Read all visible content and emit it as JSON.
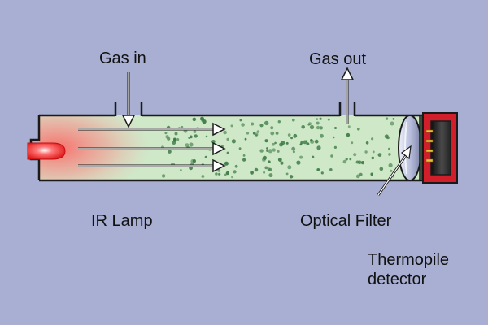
{
  "labels": {
    "gas_in": "Gas in",
    "gas_out": "Gas out",
    "ir_lamp": "IR Lamp",
    "optical_filter": "Optical Filter",
    "thermopile_line1": "Thermopile",
    "thermopile_line2": "detector"
  },
  "colors": {
    "background": "#a8afd2",
    "tube_fill": "#cfe8c8",
    "tube_outline": "#1a1a1a",
    "gas_particles": "#3d7a45",
    "lamp_glow": "#ff4a4a",
    "lamp_bulb": "#e82020",
    "detector_housing": "#d01f2a",
    "detector_element": "#2a2a2a",
    "filter_lens": "#b9bfdc"
  }
}
